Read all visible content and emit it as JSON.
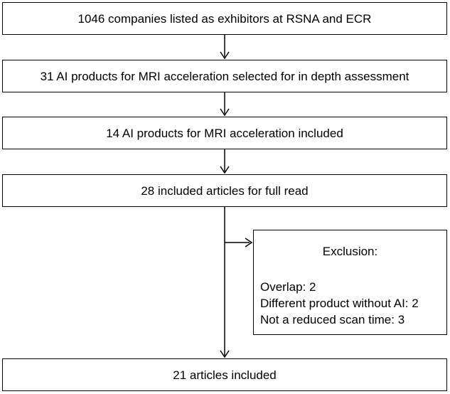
{
  "flow": {
    "step1": "1046 companies listed as exhibitors at RSNA and ECR",
    "step2": "31 AI products for MRI acceleration selected for in depth assessment",
    "step3": "14 AI products for MRI acceleration included",
    "step4": "28 included articles for full read",
    "final": "21 articles included"
  },
  "exclusion": {
    "title": "Exclusion:",
    "items": [
      "Overlap: 2",
      "Different product without AI: 2",
      "Not a reduced scan time: 3"
    ]
  }
}
